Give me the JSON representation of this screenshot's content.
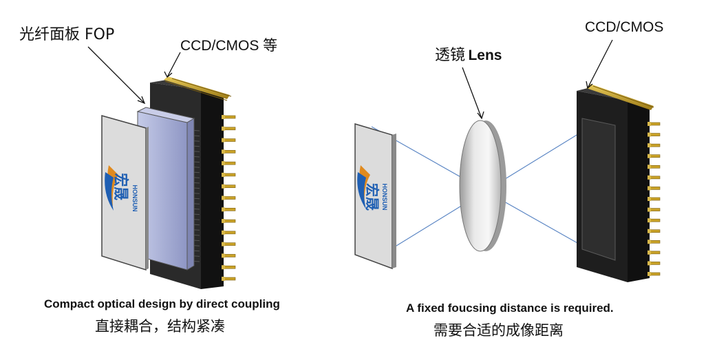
{
  "left_panel": {
    "label_fop": "光纤面板 FOP",
    "label_sensor": "CCD/CMOS 等",
    "caption_en": "Compact optical design by direct coupling",
    "caption_cn": "直接耦合，结构紧凑",
    "plate_logo_cn": "宏晟",
    "plate_logo_en": "HONSUN"
  },
  "right_panel": {
    "label_lens_cn": "透镜",
    "label_lens_en": "Lens",
    "label_sensor": "CCD/CMOS",
    "caption_en": "A fixed foucsing distance is required.",
    "caption_cn": "需要合适的成像距离",
    "plate_logo_cn": "宏晟",
    "plate_logo_en": "HONSUN"
  },
  "colors": {
    "ray": "#5b86c4",
    "chip_body": "#1a1a1a",
    "pins": "#c9a227",
    "fop": "#a9b0d8",
    "plate": "#d9d9d9",
    "logo_blue": "#1f5fb3",
    "logo_orange": "#e08a1e"
  }
}
